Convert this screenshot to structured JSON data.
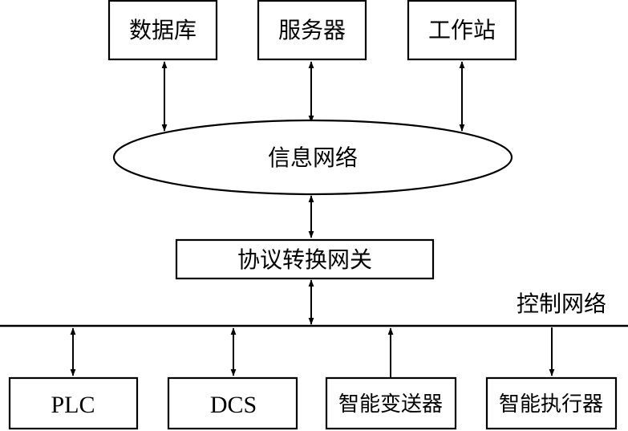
{
  "top_nodes": {
    "database": "数据库",
    "server": "服务器",
    "workstation": "工作站"
  },
  "info_network": "信息网络",
  "gateway": "协议转换网关",
  "control_network": "控制网络",
  "bottom_nodes": {
    "plc": "PLC",
    "dcs": "DCS",
    "smart_transmitter": "智能变送器",
    "smart_actuator": "智能执行器"
  },
  "colors": {
    "stroke": "#000000",
    "background": "#ffffff"
  }
}
